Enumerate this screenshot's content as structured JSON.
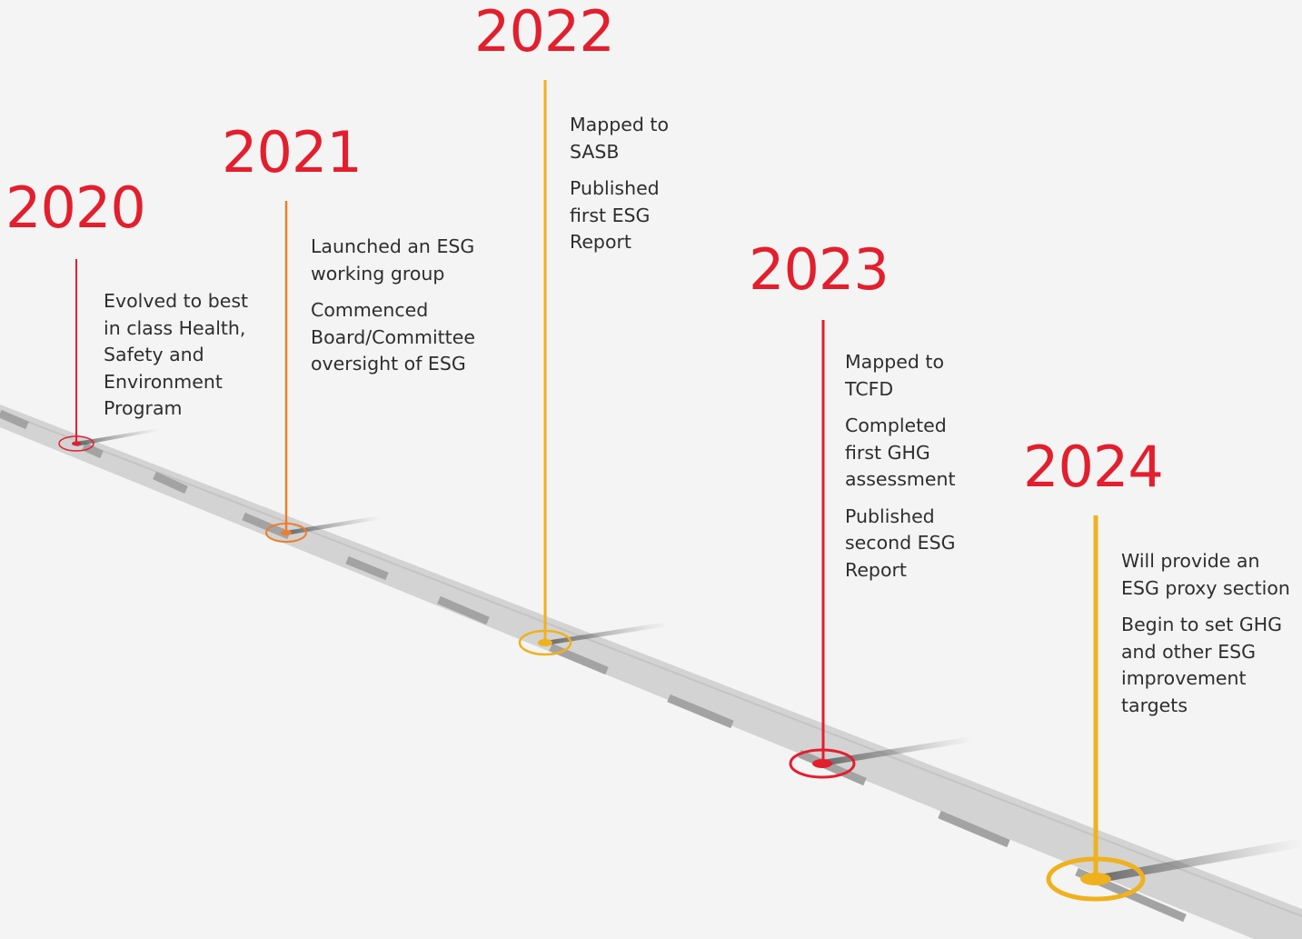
{
  "colors": {
    "background": "#f4f4f4",
    "road": "#d3d3d3",
    "road_dash": "#9a9a9a",
    "year_text": "#e31e2d",
    "body_text": "#2e2e2e",
    "red": "#e31e2d",
    "orange": "#ee7d2b",
    "amber": "#efb11d"
  },
  "milestones": [
    {
      "year": "2020",
      "color": "red",
      "items": [
        "Evolved to best in class Health, Safety and Environment Program"
      ]
    },
    {
      "year": "2021",
      "color": "orange",
      "items": [
        "Launched an ESG working group",
        "Commenced Board/Committee oversight of ESG"
      ]
    },
    {
      "year": "2022",
      "color": "amber",
      "items": [
        "Mapped to SASB",
        "Published first ESG Report"
      ]
    },
    {
      "year": "2023",
      "color": "red",
      "items": [
        "Mapped to TCFD",
        "Completed first GHG assessment",
        "Published second ESG Report"
      ]
    },
    {
      "year": "2024",
      "color": "amber",
      "items": [
        "Will provide an ESG proxy section",
        "Begin to set GHG and other ESG improvement targets"
      ]
    }
  ]
}
